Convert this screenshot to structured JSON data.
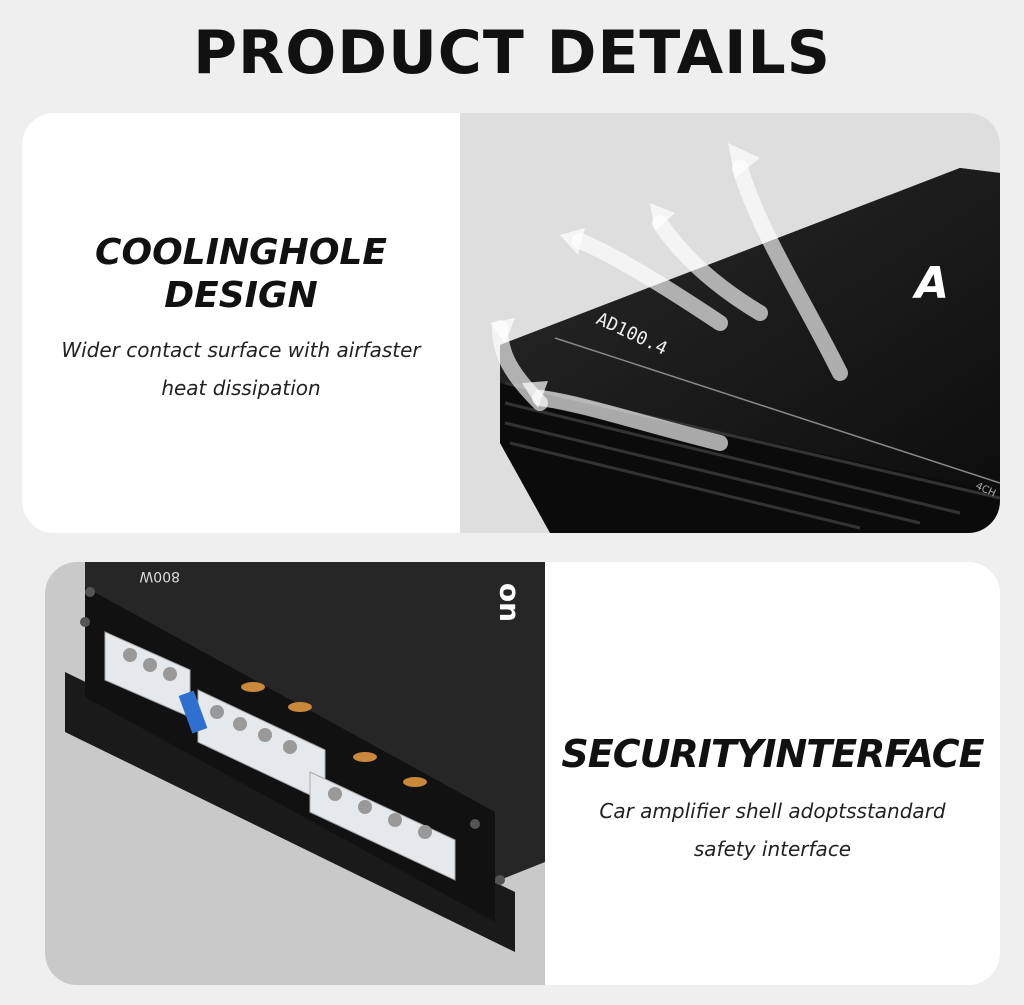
{
  "page_title": "PRODUCT DETAILS",
  "sections": [
    {
      "heading_line1": "COOLINGHOLE",
      "heading_line2": "DESIGN",
      "desc_line1": "Wider contact surface with airfaster",
      "desc_line2": "heat dissipation",
      "product_labels": {
        "model": "AD100.4",
        "logo": "A",
        "corner": "4CH"
      }
    },
    {
      "heading": "SECURITYINTERFACE",
      "desc_line1": "Car amplifier shell adoptsstandard",
      "desc_line2": "safety interface",
      "product_labels": {
        "power": "800W",
        "logo": "uo"
      }
    }
  ],
  "colors": {
    "background": "#efefef",
    "card": "#ffffff",
    "amp_body": "#141414",
    "fuse": "#2f6fd0",
    "terminal_label": "#c9883a"
  }
}
